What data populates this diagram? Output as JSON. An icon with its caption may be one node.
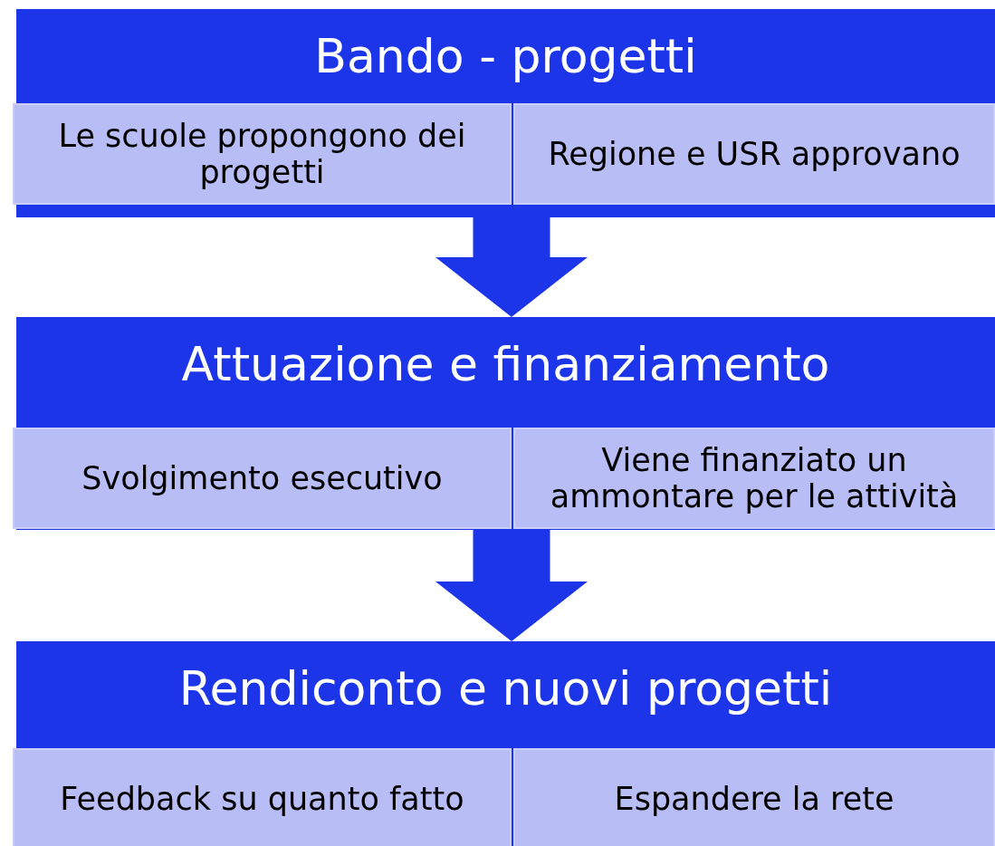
{
  "diagram": {
    "nodes": [
      {
        "text": [
          "Bando - progetti"
        ]
      },
      {
        "text": [
          "Le scuole propongono dei progetti"
        ],
        "in": 0
      },
      {
        "text": [
          "Regione e USR approvano"
        ],
        "in": 0
      },
      {
        "text": [
          "Attuazione e finanziamento"
        ]
      },
      {
        "text": [
          "Svolgimento esecutivo"
        ],
        "in": 3
      },
      {
        "text": [
          "Viene finanziato un ammontare per le attività"
        ],
        "in": 3
      },
      {
        "text": [
          "Rendiconto e nuovi progetti"
        ]
      },
      {
        "text": [
          "Feedback su quanto fatto"
        ],
        "in": 6
      },
      {
        "text": [
          "Espandere la rete"
        ],
        "in": 6
      }
    ],
    "edges": [
      {
        "from": 0,
        "to": 3,
        "arrow": "to"
      },
      {
        "from": 3,
        "to": 6,
        "arrow": "to"
      }
    ]
  }
}
